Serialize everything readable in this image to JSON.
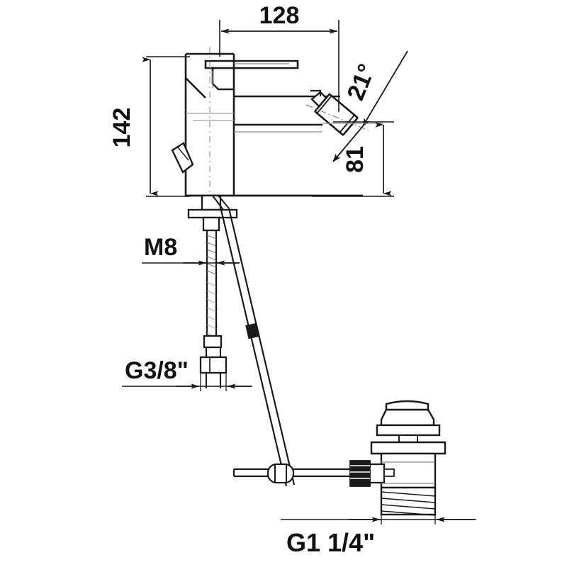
{
  "drawing": {
    "type": "technical-dimension-drawing",
    "subject": "single-lever bidet mixer tap with pop-up waste",
    "background_color": "#ffffff",
    "line_color": "#1a1a1a",
    "text_color": "#111111"
  },
  "dimensions": {
    "width_top": {
      "label": "128",
      "orientation": "horizontal",
      "unit": "mm",
      "description": "spout projection from mounting axis"
    },
    "height_left": {
      "label": "142",
      "orientation": "vertical-rotated",
      "unit": "mm",
      "description": "overall body height"
    },
    "angle_right": {
      "label": "21°",
      "orientation": "rotated",
      "unit": "degrees",
      "description": "bidet nozzle inclination"
    },
    "height_right": {
      "label": "81",
      "orientation": "vertical-rotated",
      "unit": "mm",
      "description": "nozzle outlet height above base"
    }
  },
  "threads": {
    "mounting_stud": {
      "label": "M8",
      "description": "threaded mounting stud"
    },
    "supply_connection": {
      "label": "G3/8\"",
      "description": "flexible hose supply thread"
    },
    "waste_outlet": {
      "label": "G1 1/4\"",
      "description": "pop-up waste outlet thread"
    }
  },
  "components": {
    "lever_handle": "single-lever-handle",
    "body": "mixer-body",
    "nozzle": "bidet-swivel-nozzle",
    "popup_lever": "popup-waste-lift-lever",
    "mounting_plate": "mounting-plate",
    "supply_hose": "flexible-supply-hose",
    "lift_rod": "popup-lift-rod",
    "pivot_rod": "popup-pivot-rod",
    "clevis": "clevis-strap-connector",
    "waste_body": "popup-waste-drain-body",
    "waste_cap": "popup-waste-cap"
  }
}
